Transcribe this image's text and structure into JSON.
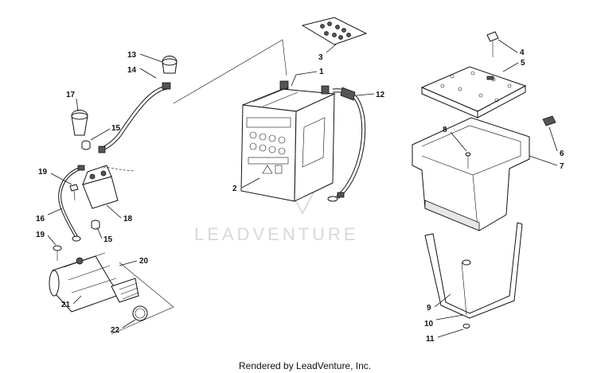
{
  "watermark": "LEADVENTURE",
  "footer": "Rendered by LeadVenture, Inc.",
  "callouts": {
    "c1": "1",
    "c2": "2",
    "c3": "3",
    "c4": "4",
    "c5": "5",
    "c6": "6",
    "c7": "7",
    "c8": "8",
    "c9": "9",
    "c10": "10",
    "c11": "11",
    "c12": "12",
    "c13": "13",
    "c14": "14",
    "c15a": "15",
    "c15b": "15",
    "c16": "16",
    "c17": "17",
    "c18": "18",
    "c19a": "19",
    "c19b": "19",
    "c20": "20",
    "c21": "21",
    "c22": "22"
  }
}
